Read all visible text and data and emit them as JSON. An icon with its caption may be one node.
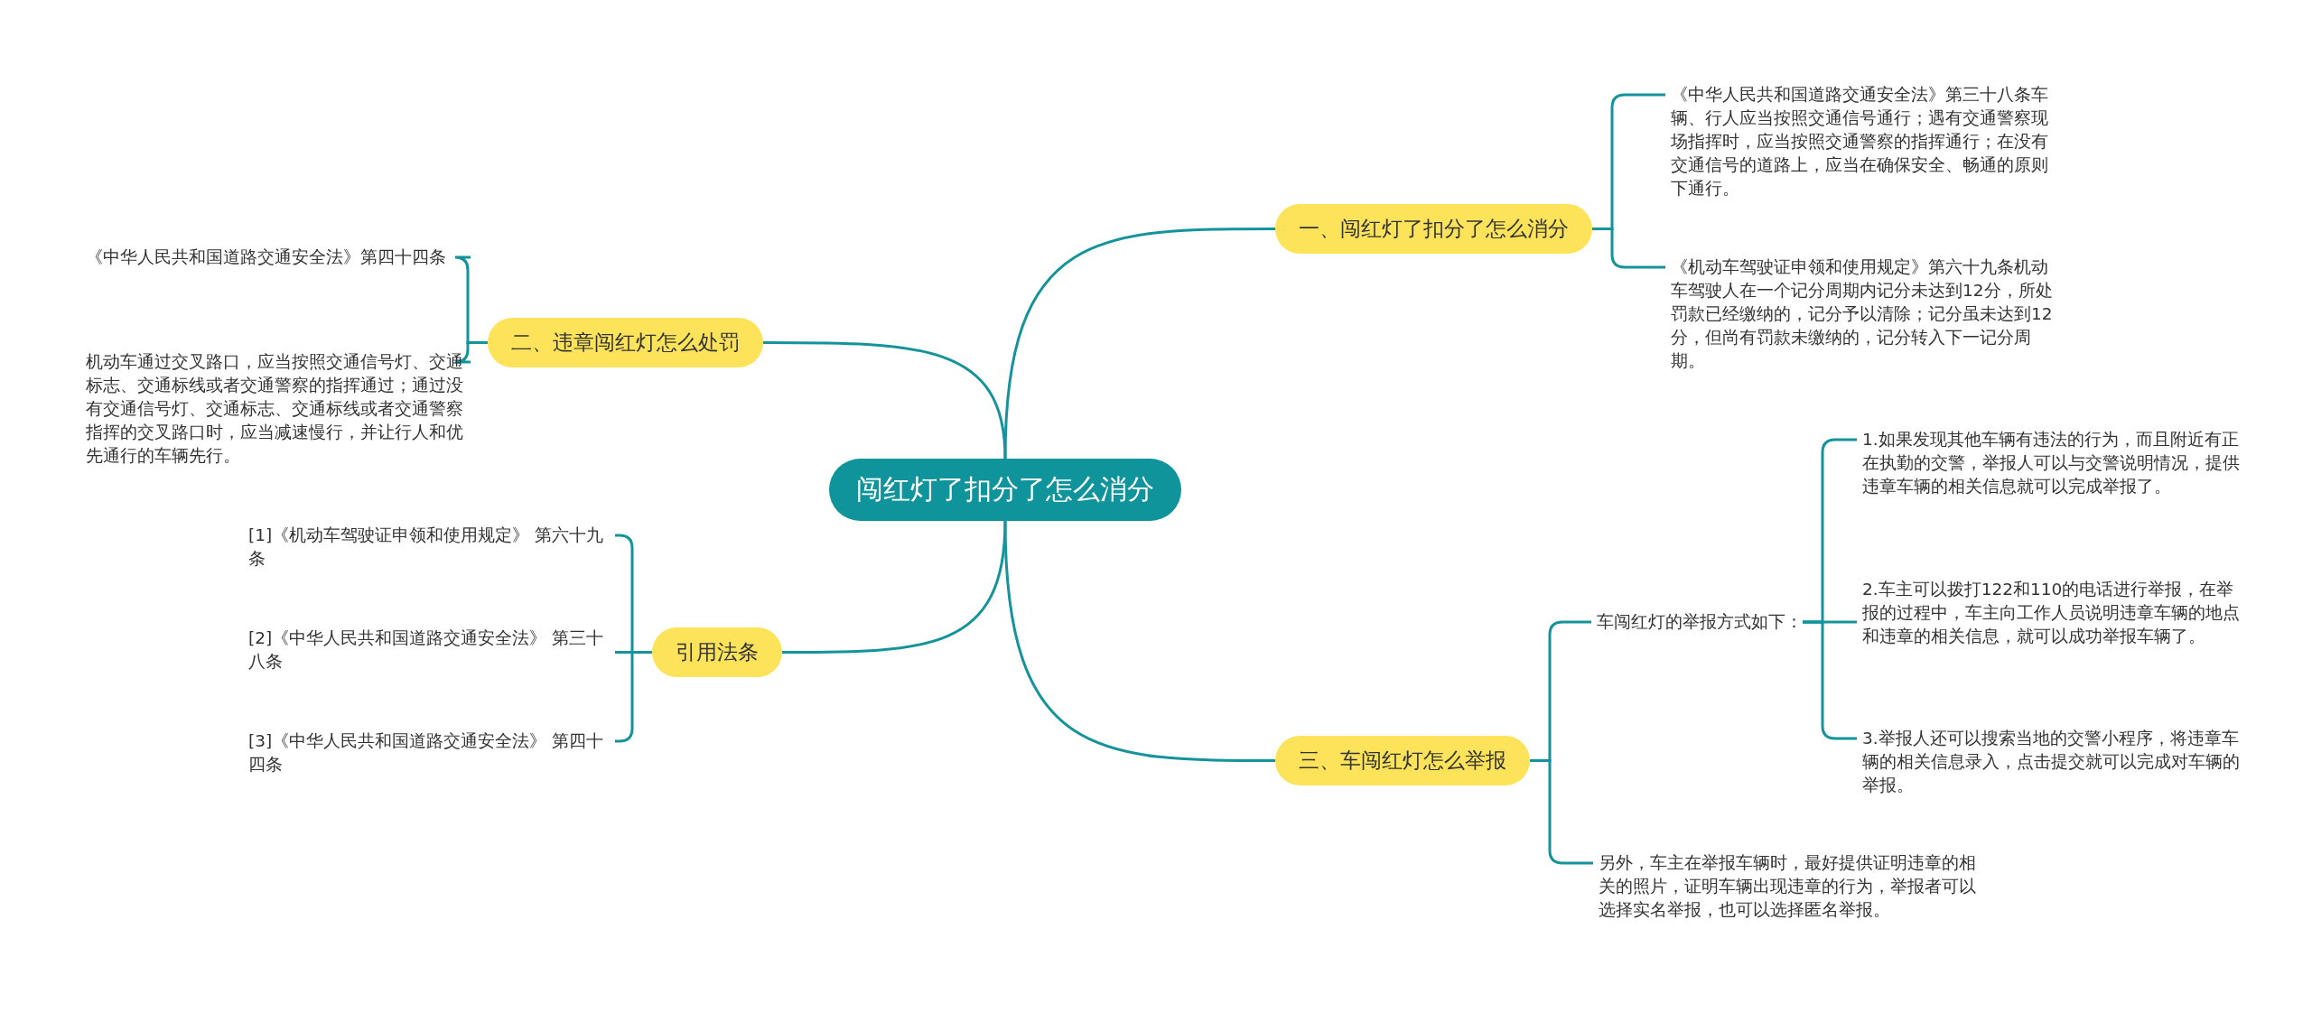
{
  "diagram": {
    "nodes": [
      {
        "text": [
          "闯红灯了扣分了怎么消分"
        ]
      },
      {
        "text": [
          "一、闯红灯了扣分了怎么消分"
        ]
      },
      {
        "text": [
          "《中华人民共和国道路交通安全法》第三十八条车辆、行人应当按照交通信号通行；遇有交通警察现场指挥时，应当按照交通警察的指挥通行；在没有交通信号的道路上，应当在确保安全、畅通的原则下通行。"
        ]
      },
      {
        "text": [
          "《机动车驾驶证申领和使用规定》第六十九条机动车驾驶人在一个记分周期内记分未达到12分，所处罚款已经缴纳的，记分予以清除；记分虽未达到12分，但尚有罚款未缴纳的，记分转入下一记分周期。"
        ]
      },
      {
        "text": [
          "二、违章闯红灯怎么处罚"
        ]
      },
      {
        "text": [
          "《中华人民共和国道路交通安全法》第四十四条"
        ]
      },
      {
        "text": [
          "机动车通过交叉路口，应当按照交通信号灯、交通标志、交通标线或者交通警察的指挥通过；通过没有交通信号灯、交通标志、交通标线或者交通警察指挥的交叉路口时，应当减速慢行，并让行人和优先通行的车辆先行。"
        ]
      },
      {
        "text": [
          "引用法条"
        ]
      },
      {
        "text": [
          "[1]《机动车驾驶证申领和使用规定》 第六十九条"
        ]
      },
      {
        "text": [
          "[2]《中华人民共和国道路交通安全法》 第三十八条"
        ]
      },
      {
        "text": [
          "[3]《中华人民共和国道路交通安全法》 第四十四条"
        ]
      },
      {
        "text": [
          "三、车闯红灯怎么举报"
        ]
      },
      {
        "text": [
          "车闯红灯的举报方式如下："
        ]
      },
      {
        "text": [
          "1.如果发现其他车辆有违法的行为，而且附近有正在执勤的交警，举报人可以与交警说明情况，提供违章车辆的相关信息就可以完成举报了。"
        ]
      },
      {
        "text": [
          "2.车主可以拨打122和110的电话进行举报，在举报的过程中，车主向工作人员说明违章车辆的地点和违章的相关信息，就可以成功举报车辆了。"
        ]
      },
      {
        "text": [
          "3.举报人还可以搜索当地的交警小程序，将违章车辆的相关信息录入，点击提交就可以完成对车辆的举报。"
        ]
      },
      {
        "text": [
          "另外，车主在举报车辆时，最好提供证明违章的相关的照片，证明车辆出现违章的行为，举报者可以选择实名举报，也可以选择匿名举报。"
        ]
      }
    ],
    "edges": [
      {
        "from": 0,
        "to": 1,
        "arrow": "none"
      },
      {
        "from": 1,
        "to": 2,
        "arrow": "none"
      },
      {
        "from": 1,
        "to": 3,
        "arrow": "none"
      },
      {
        "from": 0,
        "to": 4,
        "arrow": "none"
      },
      {
        "from": 4,
        "to": 5,
        "arrow": "none"
      },
      {
        "from": 4,
        "to": 6,
        "arrow": "none"
      },
      {
        "from": 0,
        "to": 7,
        "arrow": "none"
      },
      {
        "from": 7,
        "to": 8,
        "arrow": "none"
      },
      {
        "from": 7,
        "to": 9,
        "arrow": "none"
      },
      {
        "from": 7,
        "to": 10,
        "arrow": "none"
      },
      {
        "from": 0,
        "to": 11,
        "arrow": "none"
      },
      {
        "from": 11,
        "to": 12,
        "arrow": "none"
      },
      {
        "from": 11,
        "to": 16,
        "arrow": "none"
      },
      {
        "from": 12,
        "to": 13,
        "arrow": "none"
      },
      {
        "from": 12,
        "to": 14,
        "arrow": "none"
      },
      {
        "from": 12,
        "to": 15,
        "arrow": "none"
      }
    ]
  }
}
